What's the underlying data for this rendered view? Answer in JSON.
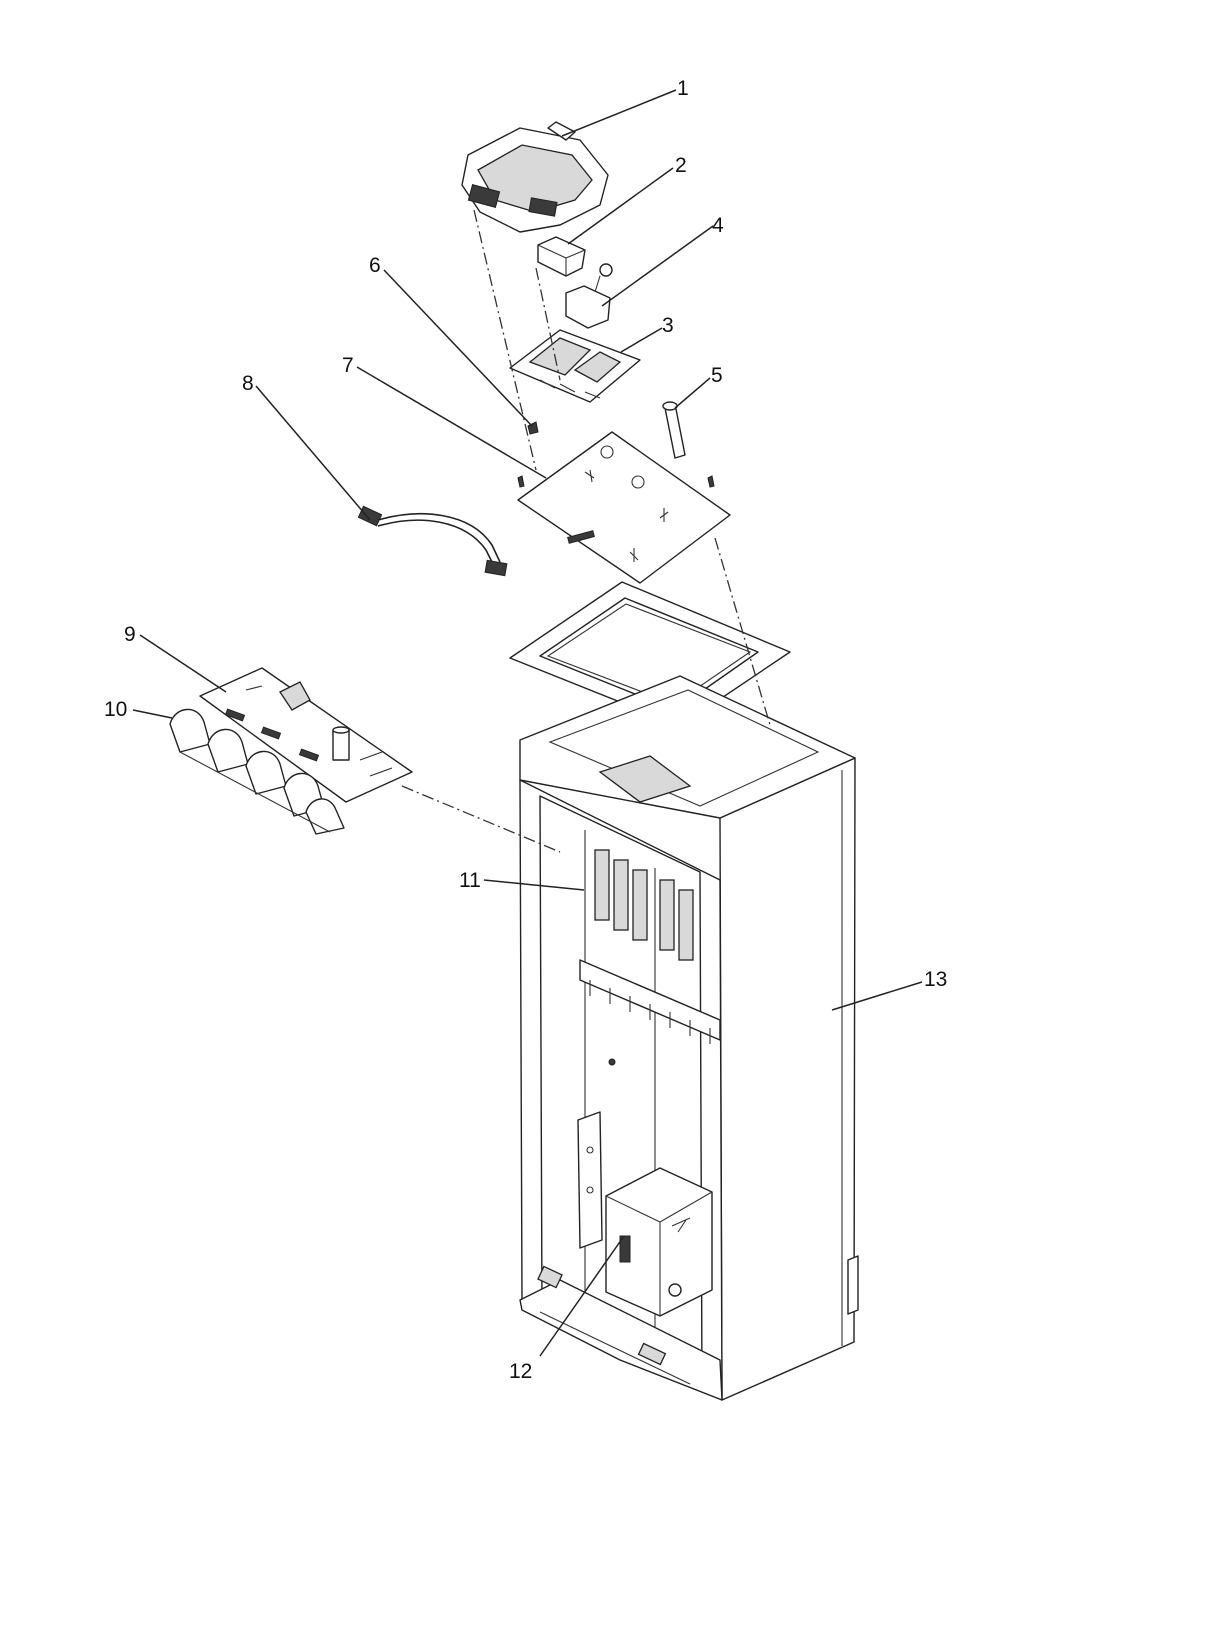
{
  "callouts": [
    {
      "id": "1",
      "text": "1"
    },
    {
      "id": "2",
      "text": "2"
    },
    {
      "id": "3",
      "text": "3"
    },
    {
      "id": "4",
      "text": "4"
    },
    {
      "id": "5",
      "text": "5"
    },
    {
      "id": "6",
      "text": "6"
    },
    {
      "id": "7",
      "text": "7"
    },
    {
      "id": "8",
      "text": "8"
    },
    {
      "id": "9",
      "text": "9"
    },
    {
      "id": "10",
      "text": "10"
    },
    {
      "id": "11",
      "text": "11"
    },
    {
      "id": "12",
      "text": "12"
    },
    {
      "id": "13",
      "text": "13"
    }
  ],
  "colors": {
    "line": "#222222",
    "background": "#ffffff",
    "shade": "#d9d9d9"
  }
}
